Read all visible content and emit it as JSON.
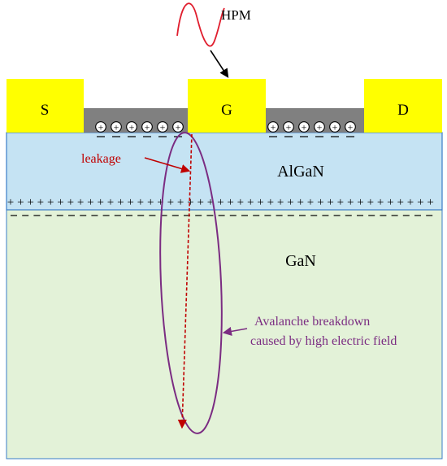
{
  "colors": {
    "electrode": "#FFFF00",
    "passivation": "#808080",
    "algan": "#C5E3F3",
    "gan": "#E3F2D8",
    "layer_edge": "#3A7CC8",
    "leakage": "#C00000",
    "avalanche": "#7B2C82",
    "hpm_wave": "#E01E2E",
    "text": "#000000"
  },
  "hpm": {
    "label": "HPM"
  },
  "electrodes": {
    "source": "S",
    "gate": "G",
    "drain": "D"
  },
  "layers": {
    "algan": "AlGaN",
    "gan": "GaN"
  },
  "charges": {
    "positive_ion": "+",
    "positive_sign": "+",
    "negative_sign": "−"
  },
  "annotations": {
    "leakage": "leakage",
    "avalanche_line1": "Avalanche breakdown",
    "avalanche_line2": "caused by high electric field"
  }
}
